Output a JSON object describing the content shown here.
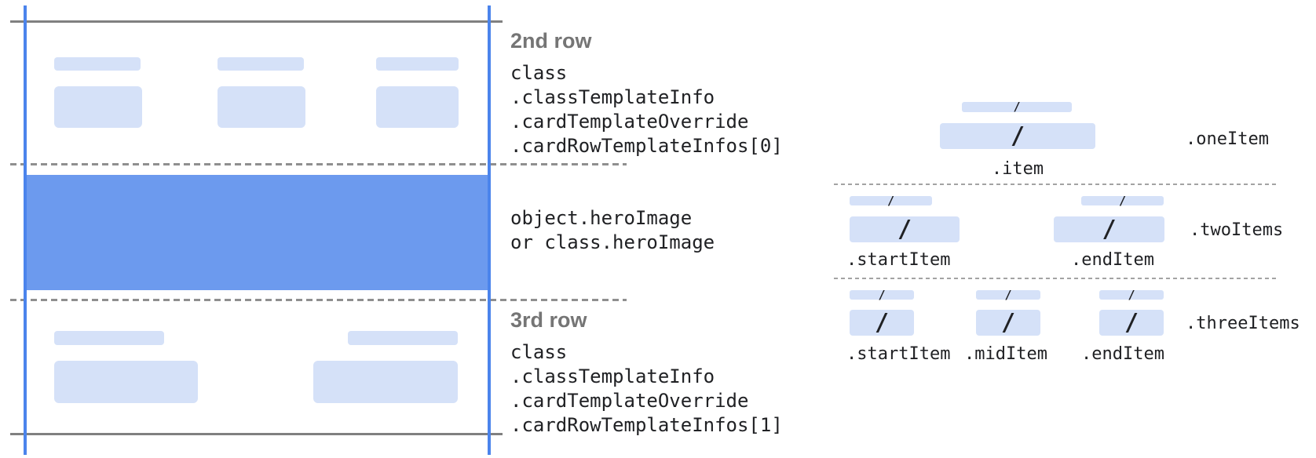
{
  "left_card": {
    "row2": {
      "heading": "2nd row",
      "lines": [
        "class",
        ".classTemplateInfo",
        ".cardTemplateOverride",
        ".cardRowTemplateInfos[0]"
      ]
    },
    "hero": {
      "lines": [
        "object.heroImage",
        "or class.heroImage"
      ]
    },
    "row3": {
      "heading": "3rd row",
      "lines": [
        "class",
        ".classTemplateInfo",
        ".cardTemplateOverride",
        ".cardRowTemplateInfos[1]"
      ]
    }
  },
  "item_layouts": {
    "one_item": {
      "label": ".oneItem",
      "item_label": ".item"
    },
    "two_items": {
      "label": ".twoItems",
      "start_label": ".startItem",
      "end_label": ".endItem"
    },
    "three_items": {
      "label": ".threeItems",
      "start_label": ".startItem",
      "mid_label": ".midItem",
      "end_label": ".endItem"
    }
  },
  "glyphs": {
    "slash": "/"
  },
  "colors": {
    "card-line-blue": "#4b84ec",
    "hero-blue": "#6c9aee",
    "placeholder-blue": "#d5e1f8",
    "frame-gray": "#808080",
    "dash-gray": "#8f8f8f",
    "dash-light-gray": "#a3a3a3",
    "heading-gray": "#757575",
    "code-text": "#202124"
  }
}
